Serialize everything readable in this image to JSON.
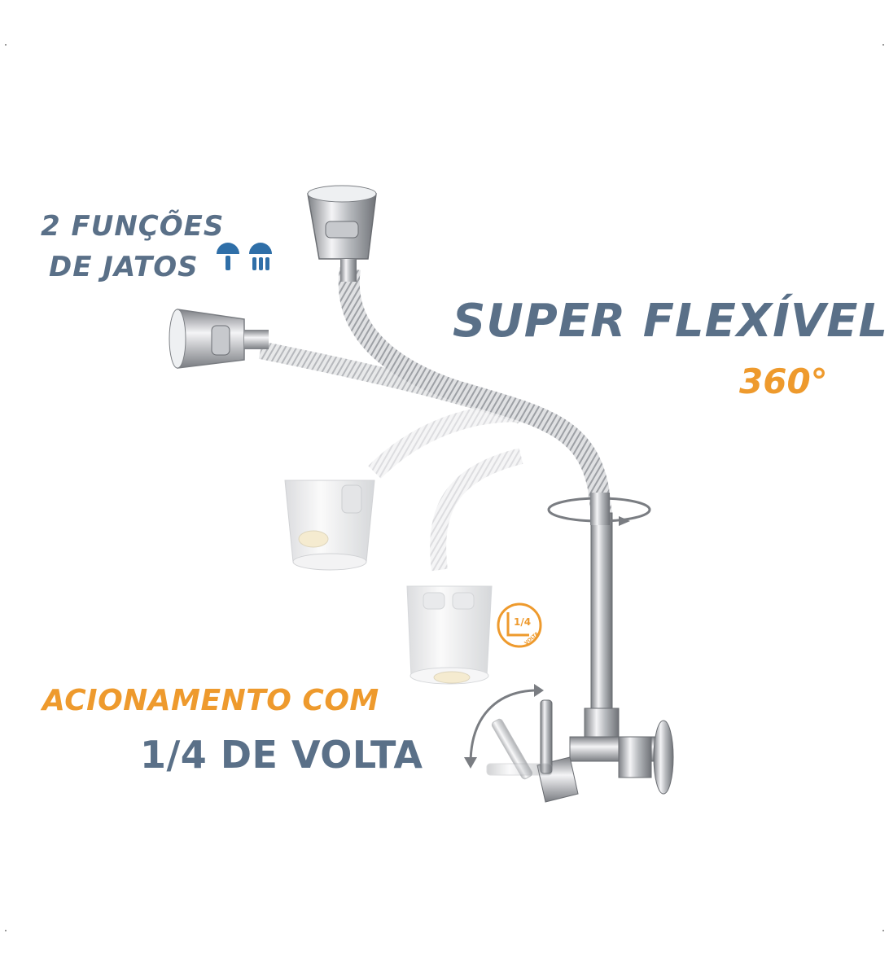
{
  "labels": {
    "funcoes_line1": "2 FUNÇÕES",
    "funcoes_line2": "DE JATOS",
    "super_flexivel": "SUPER FLEXÍVEL",
    "graus": "360°",
    "acionamento": "ACIONAMENTO COM",
    "quarto_volta": "1/4 DE VOLTA"
  },
  "badge": {
    "fraction": "1/4",
    "word": "VOLTA"
  },
  "colors": {
    "blue_text": "#5a7088",
    "orange_text": "#ee9a2d",
    "icon_blue": "#2f6fa8",
    "chrome_light": "#e8e8ea",
    "chrome_dark": "#8a8d92"
  },
  "icons": [
    "single-jet-icon",
    "spray-jet-icon",
    "rotate-360-icon",
    "quarter-turn-badge-icon",
    "lever-arc-arrow-icon"
  ]
}
